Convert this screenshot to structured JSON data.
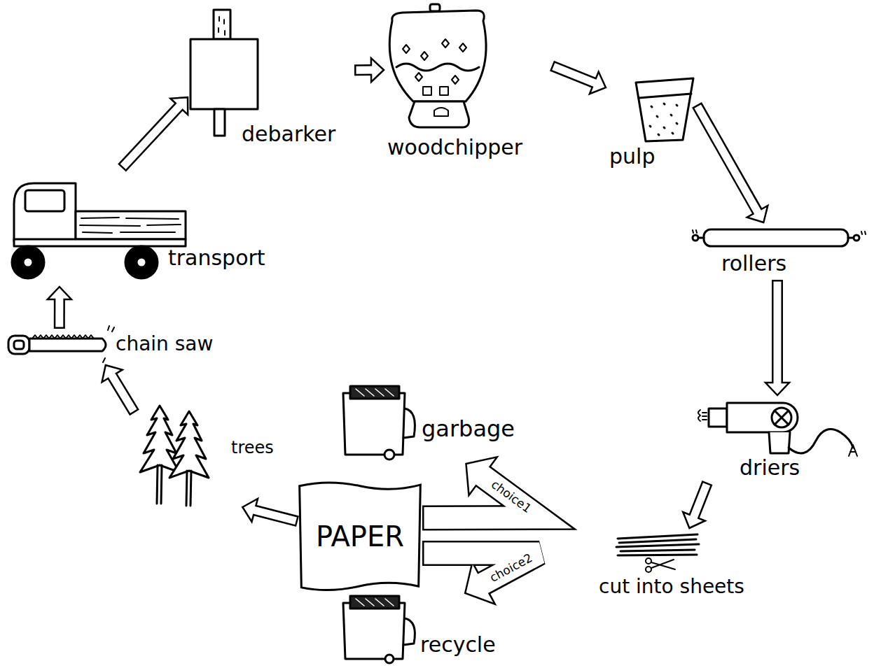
{
  "diagram": {
    "nodes": [
      {
        "text": [
          "trees"
        ]
      },
      {
        "text": [
          "chain saw"
        ]
      },
      {
        "text": [
          "transport"
        ]
      },
      {
        "text": [
          "debarker"
        ]
      },
      {
        "text": [
          "woodchipper"
        ]
      },
      {
        "text": [
          "pulp"
        ]
      },
      {
        "text": [
          "rollers"
        ]
      },
      {
        "text": [
          "driers"
        ]
      },
      {
        "text": [
          "cut into sheets"
        ]
      },
      {
        "text": [
          "PAPER"
        ]
      },
      {
        "text": [
          "garbage"
        ]
      },
      {
        "text": [
          "recycle"
        ]
      }
    ],
    "edges": [
      {
        "from": 0,
        "to": 1,
        "arrow": "to"
      },
      {
        "from": 1,
        "to": 2,
        "arrow": "to"
      },
      {
        "from": 2,
        "to": 3,
        "arrow": "to"
      },
      {
        "from": 3,
        "to": 4,
        "arrow": "to"
      },
      {
        "from": 4,
        "to": 5,
        "arrow": "to"
      },
      {
        "from": 5,
        "to": 6,
        "arrow": "to"
      },
      {
        "from": 6,
        "to": 7,
        "arrow": "to"
      },
      {
        "from": 7,
        "to": 8,
        "arrow": "to"
      },
      {
        "from": 9,
        "to": 10,
        "label": "choice1",
        "arrow": "to"
      },
      {
        "from": 9,
        "to": 11,
        "label": "choice2",
        "arrow": "to"
      },
      {
        "from": 9,
        "to": 0,
        "arrow": "to"
      }
    ]
  }
}
